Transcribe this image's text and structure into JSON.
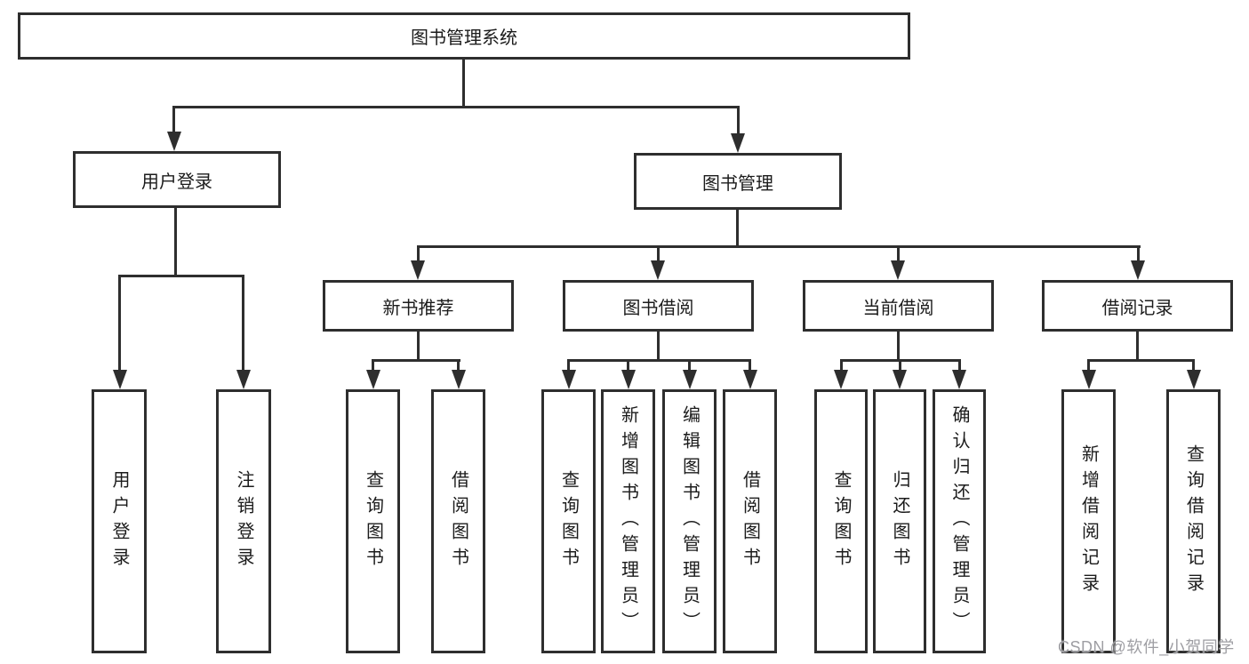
{
  "colors": {
    "line": "#2e2e2e",
    "box_border": "#2e2e2e",
    "text": "#1b1b1b",
    "watermark": "#9e9ea3"
  },
  "watermark": "CSDN @软件_小贺同学",
  "diagram": {
    "root": "图书管理系统",
    "branches": {
      "user_login": "用户登录",
      "book_mgmt": "图书管理"
    },
    "modules": {
      "new_book": "新书推荐",
      "book_borrow": "图书借阅",
      "current_borrow": "当前借阅",
      "borrow_record": "借阅记录"
    },
    "leaves": {
      "user_login": [
        "用户登录",
        "注销登录"
      ],
      "new_book": [
        "查询图书",
        "借阅图书"
      ],
      "book_borrow": [
        "查询图书",
        "新增图书（管理员）",
        "编辑图书（管理员）",
        "借阅图书"
      ],
      "current_borrow": [
        "查询图书",
        "归还图书",
        "确认归还（管理员）"
      ],
      "borrow_record": [
        "新增借阅记录",
        "查询借阅记录"
      ]
    }
  }
}
